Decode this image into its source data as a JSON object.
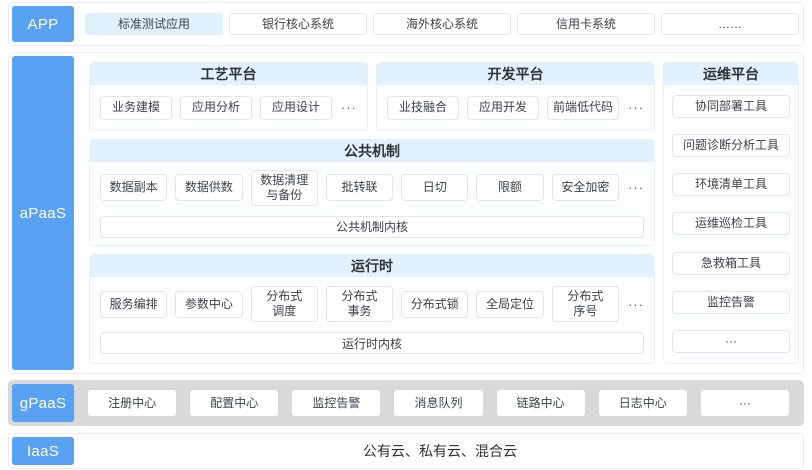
{
  "colors": {
    "accent_blue": "#59A1F2",
    "header_light_blue": "#E2F1FD",
    "highlight_box_blue": "#DFF0FE",
    "gpaas_strip_gray": "#D9D9D9",
    "box_border_gray": "#E2E5E9"
  },
  "app_row": {
    "label": "APP",
    "highlight_index": 0,
    "items": [
      "标准测试应用",
      "银行核心系统",
      "海外核心系统",
      "信用卡系统",
      "……"
    ]
  },
  "apaas": {
    "label": "aPaaS",
    "craft": {
      "title": "工艺平台",
      "items": [
        "业务建模",
        "应用分析",
        "应用设计"
      ],
      "more": "···"
    },
    "dev": {
      "title": "开发平台",
      "items": [
        "业技融合",
        "应用开发",
        "前端低代码"
      ],
      "more": "···"
    },
    "common": {
      "title": "公共机制",
      "items": [
        "数据副本",
        "数据供数",
        "数据清理\n与备份",
        "批转联",
        "日切",
        "限额",
        "安全加密"
      ],
      "more": "···",
      "kernel": "公共机制内核"
    },
    "runtime": {
      "title": "运行时",
      "items": [
        "服务编排",
        "参数中心",
        "分布式\n调度",
        "分布式\n事务",
        "分布式锁",
        "全局定位",
        "分布式\n序号"
      ],
      "more": "···",
      "kernel": "运行时内核"
    },
    "ops": {
      "title": "运维平台",
      "items": [
        "协同部署工具",
        "问题诊断分析工具",
        "环境清单工具",
        "运维巡检工具",
        "急救箱工具",
        "监控告警",
        "···"
      ]
    }
  },
  "gpaas": {
    "label": "gPaaS",
    "items": [
      "注册中心",
      "配置中心",
      "监控告警",
      "消息队列",
      "链路中心",
      "日志中心",
      "···"
    ]
  },
  "iaas": {
    "label": "IaaS",
    "text": "公有云、私有云、混合云"
  }
}
